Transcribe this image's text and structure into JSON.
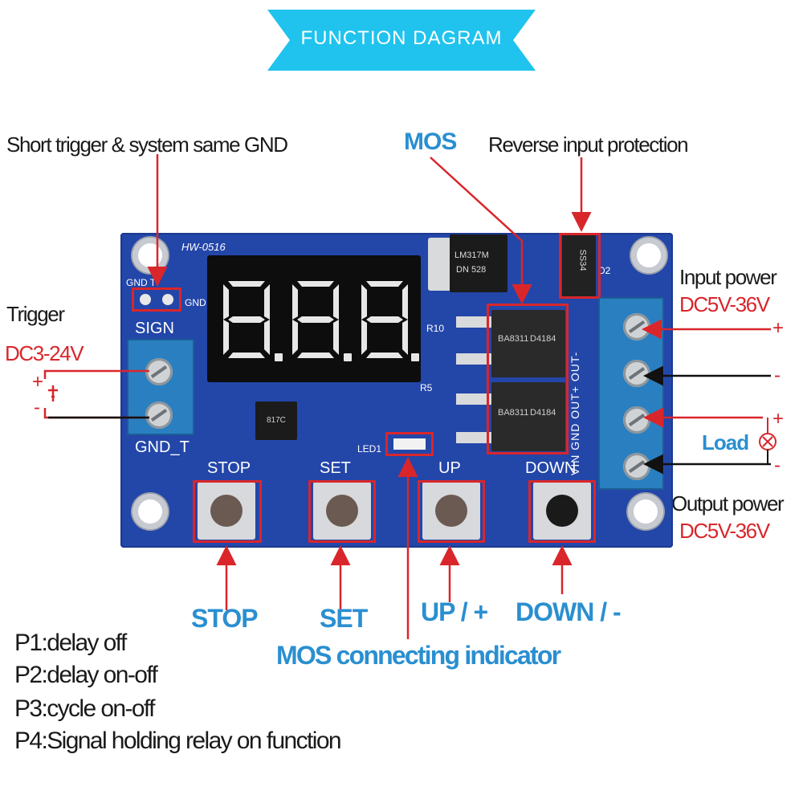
{
  "title": "FUNCTION DAGRAM",
  "labels": {
    "short_trigger": "Short trigger &  system same GND",
    "mos": "MOS",
    "reverse": "Reverse input protection",
    "trigger": "Trigger",
    "trigger_voltage": "DC3-24V",
    "input_power": "Input power",
    "input_voltage": "DC5V-36V",
    "load": "Load",
    "output_power": "Output power",
    "output_voltage": "DC5V-36V",
    "stop": "STOP",
    "set": "SET",
    "up": "UP / +",
    "down": "DOWN / -",
    "mos_indicator": "MOS connecting indicator",
    "plus": "+",
    "minus": "-"
  },
  "board": {
    "model": "HW-0516",
    "gnd_t": "GND T",
    "gnd": "GND",
    "sign": "SIGN",
    "gnd_t_bottom": "GND_T",
    "regulator": "LM317M",
    "regulator_code": "DN 528",
    "diode": "SS34",
    "mosfet_top": "D4184",
    "mosfet_bottom": "D4184",
    "mosfet_code": "BA8311",
    "optocoupler": "817C",
    "led": "LED1",
    "r10": "R10",
    "r5": "R5",
    "d2": "D2",
    "terminal_pins": "VIN  GND  OUT+  OUT-",
    "btn_stop": "STOP",
    "btn_set": "SET",
    "btn_up": "UP",
    "btn_down": "DOWN"
  },
  "modes": [
    "P1:delay off",
    "P2:delay on-off",
    "P3:cycle on-off",
    "P4:Signal holding relay on function"
  ],
  "colors": {
    "banner": "#1fc3ee",
    "accent_red": "#d9262b",
    "label_blue": "#2a8fd0",
    "pcb": "#2346a9"
  }
}
